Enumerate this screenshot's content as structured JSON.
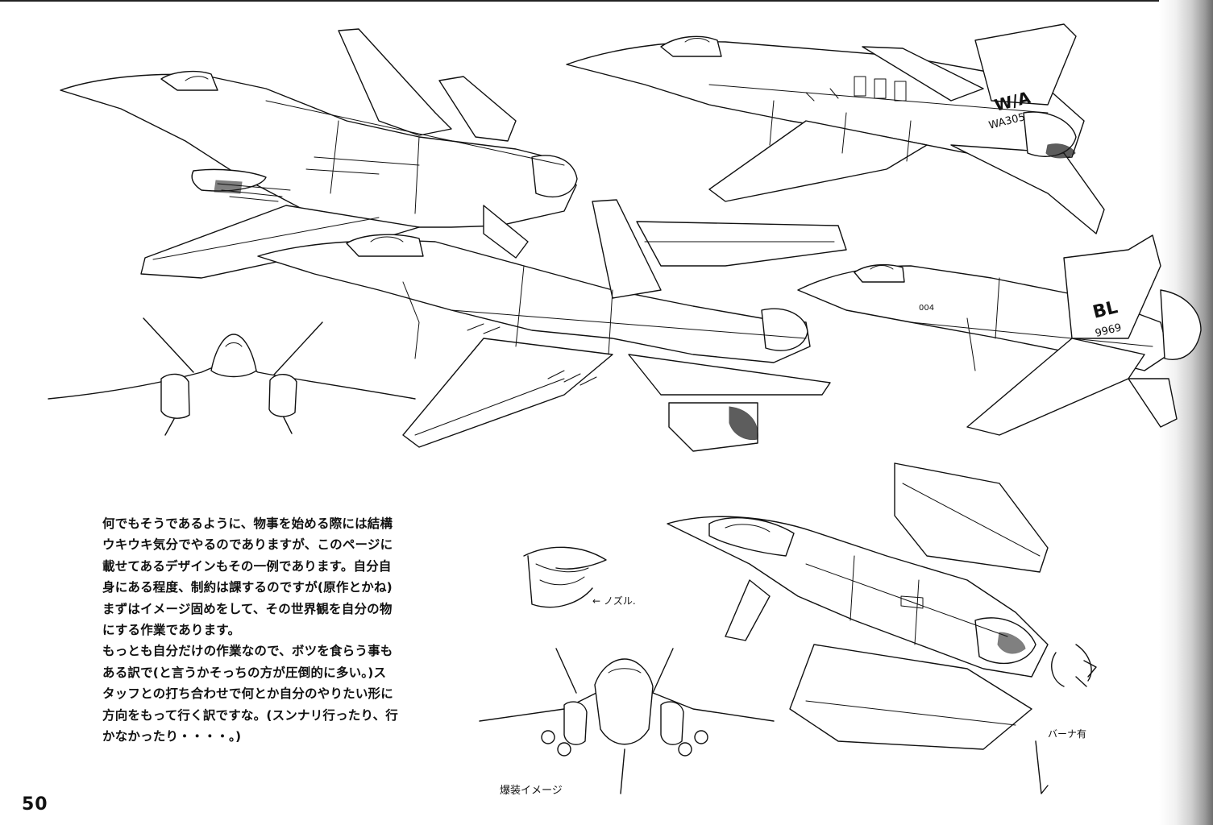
{
  "page": {
    "number": "50",
    "body_lines": [
      "何でもそうであるように、物事を始める際には結構",
      "ウキウキ気分でやるのでありますが、このページに",
      "載せてあるデザインもその一例であります。自分自",
      "身にある程度、制約は課するのですが(原作とかね)",
      "まずはイメージ固めをして、その世界観を自分の物",
      "にする作業であります。",
      "もっとも自分だけの作業なので、ボツを食らう事も",
      "ある訳で(と言うかそっちの方が圧倒的に多い。)ス",
      "タッフとの打ち合わせで何とか自分のやりたい形に",
      "方向をもって行く訳ですな。(スンナリ行ったり、行",
      "かなかったり・・・・。)"
    ]
  },
  "sketches": {
    "tail_marks": {
      "logo": "W/A",
      "serial_upper": "WA305",
      "code": "BL",
      "serial_lower": "9969",
      "body_number": "004"
    },
    "annotations": {
      "nozzle": "← ノズル.",
      "bomb_load": "爆装イメージ",
      "burner": "バーナ有"
    }
  }
}
